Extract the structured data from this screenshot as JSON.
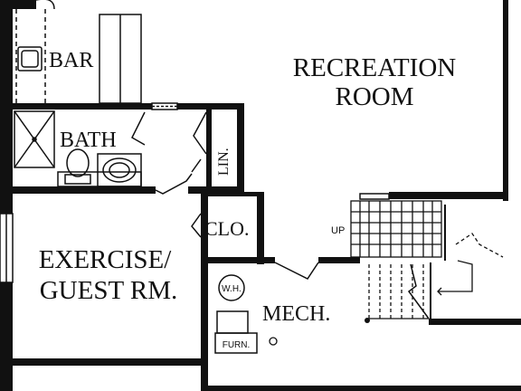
{
  "rooms": {
    "bar": "BAR",
    "bath": "BATH",
    "lin": "LIN.",
    "recreation_line1": "RECREATION",
    "recreation_line2": "ROOM",
    "exercise_line1": "EXERCISE/",
    "exercise_line2": "GUEST RM.",
    "clo": "CLO.",
    "mech": "MECH.",
    "wh": "W.H.",
    "furn": "FURN.",
    "up": "UP"
  },
  "colors": {
    "wall": "#111111",
    "background": "#ffffff"
  }
}
